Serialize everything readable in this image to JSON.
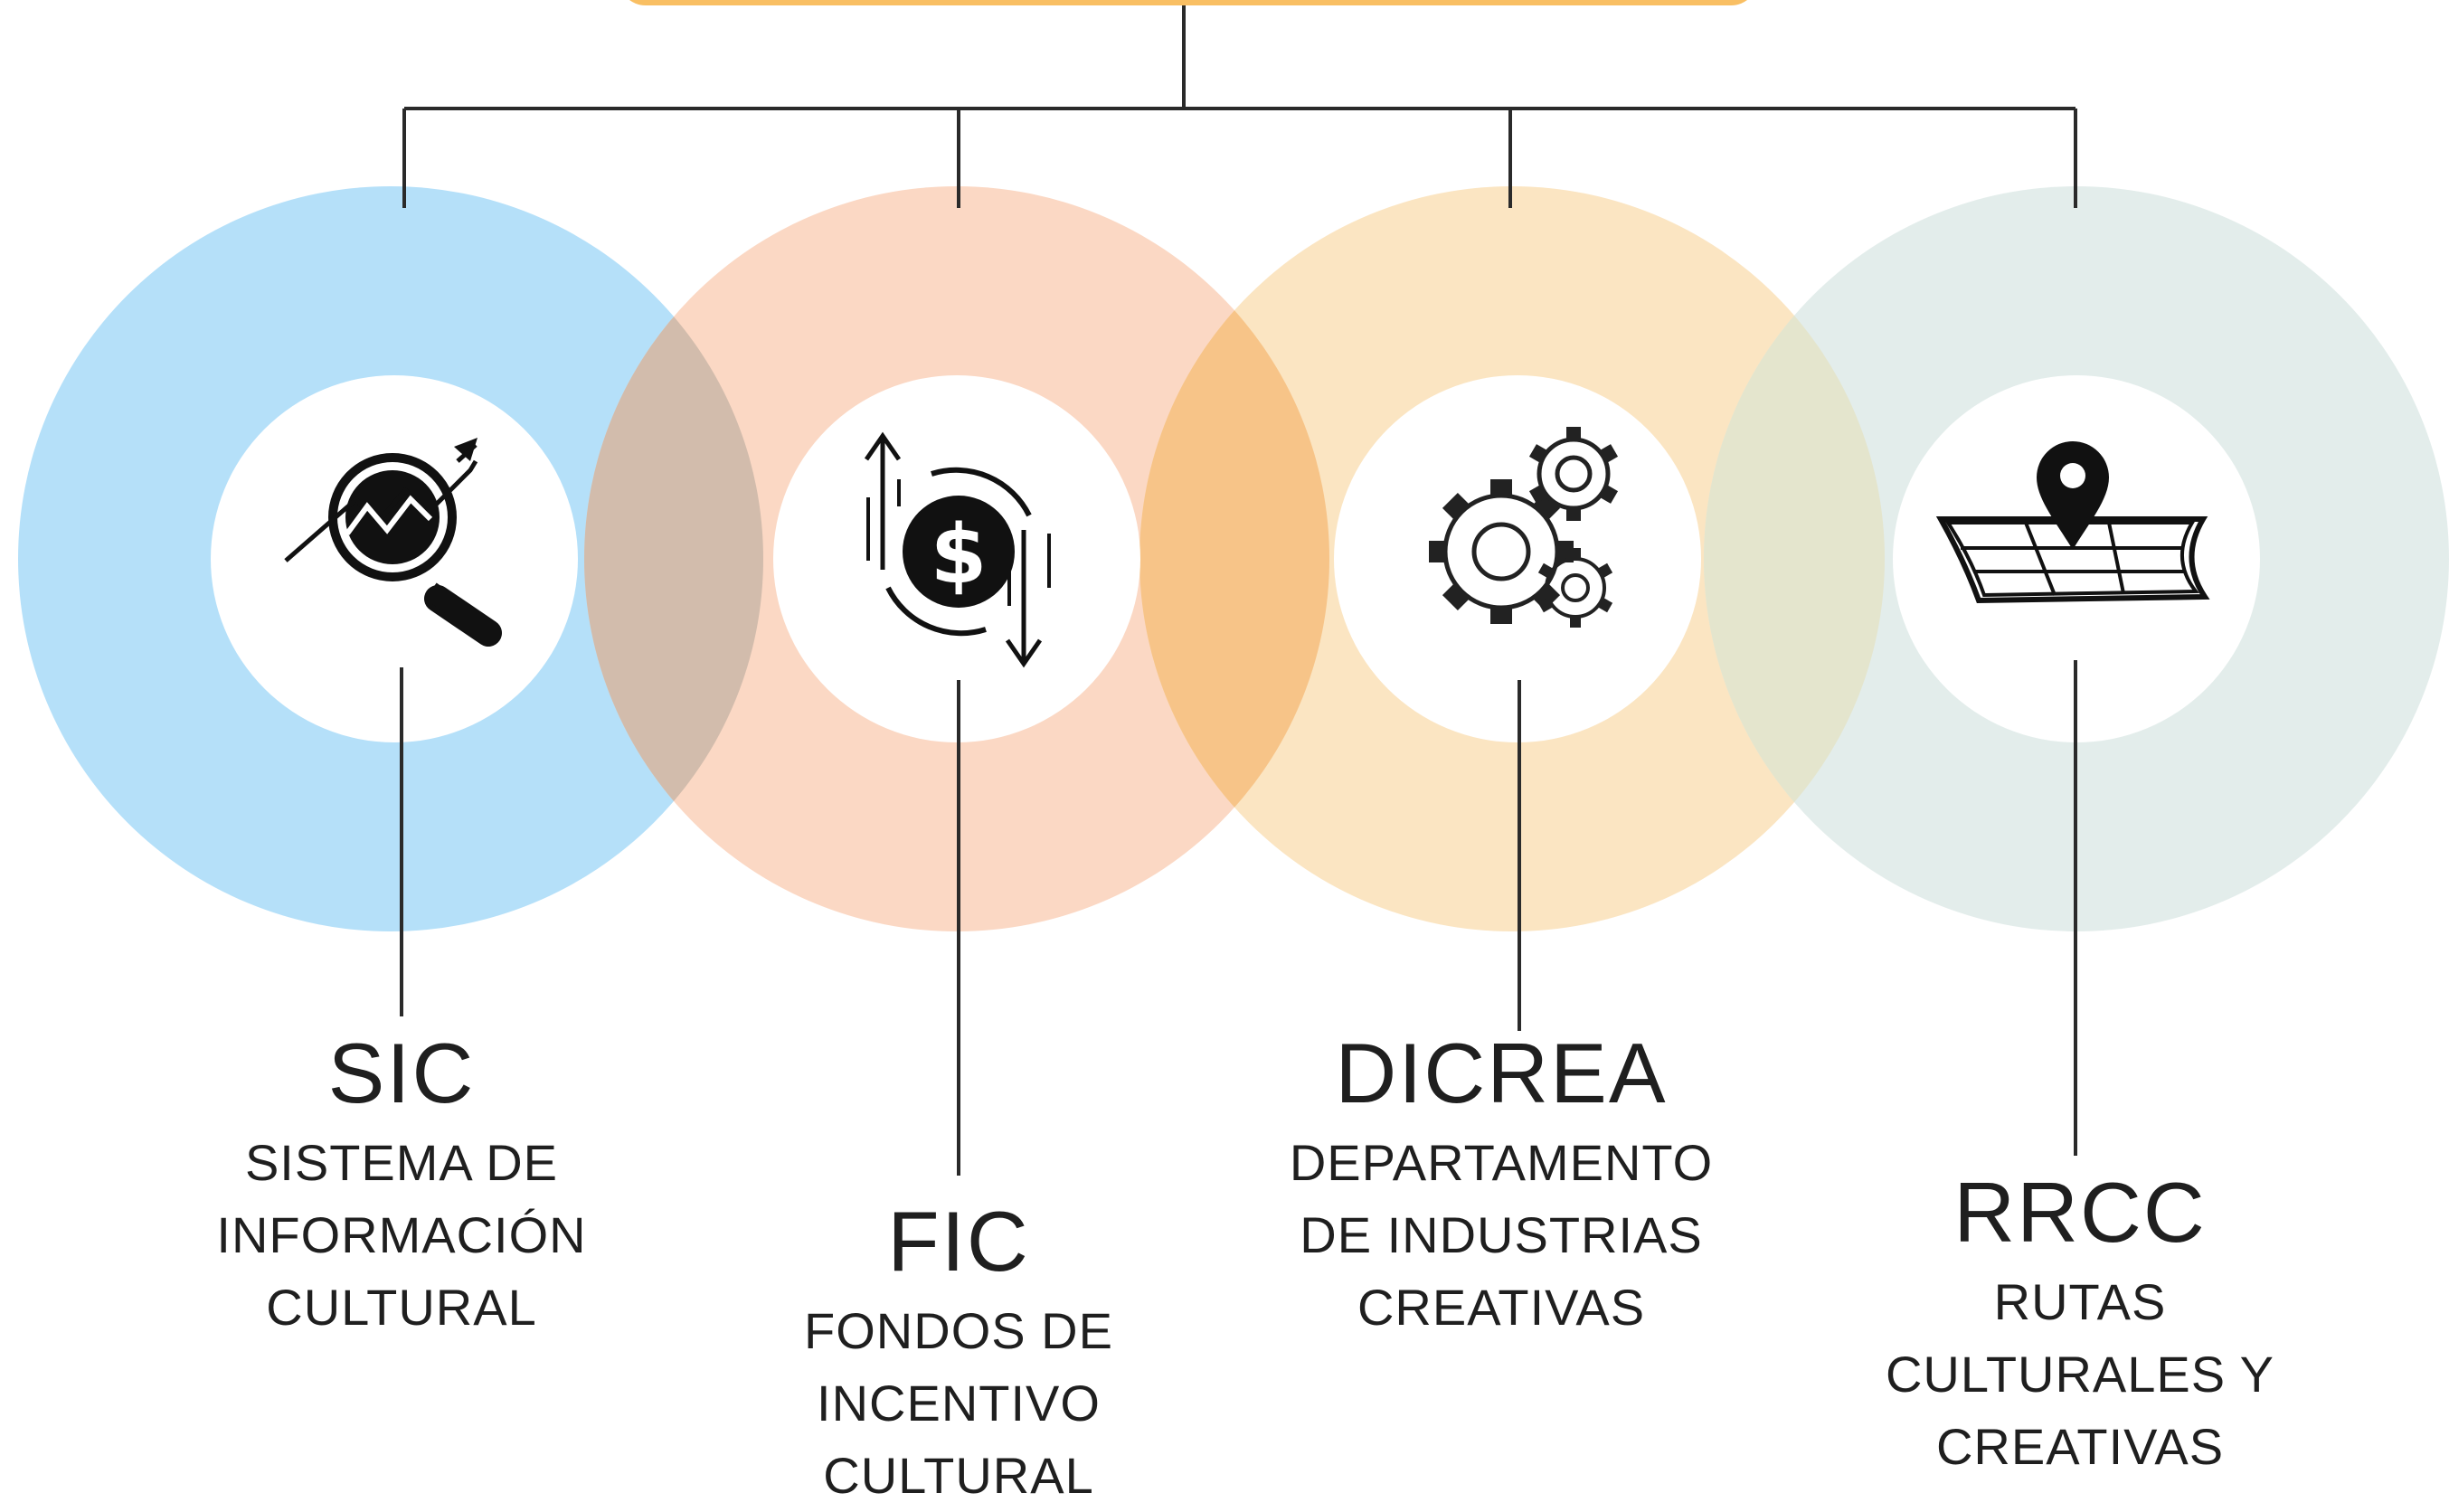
{
  "diagram": {
    "nodes": [
      {
        "id": "sic",
        "acronym": "SIC",
        "description_lines": [
          "SISTEMA DE",
          "INFORMACIÓN",
          "CULTURAL"
        ],
        "icon": "analytics-magnifier-icon",
        "ring_color": "#abdcf8"
      },
      {
        "id": "fic",
        "acronym": "FIC",
        "description_lines": [
          "FONDOS DE",
          "INCENTIVO",
          "CULTURAL"
        ],
        "icon": "money-exchange-icon",
        "ring_color": "#fbd3bc"
      },
      {
        "id": "dicrea",
        "acronym": "DICREA",
        "description_lines": [
          "DEPARTAMENTO",
          "DE INDUSTRIAS",
          "CREATIVAS"
        ],
        "icon": "gears-icon",
        "ring_color": "#fae1b9"
      },
      {
        "id": "rrcc",
        "acronym": "RRCC",
        "description_lines": [
          "RUTAS",
          "CULTURALES Y",
          "CREATIVAS"
        ],
        "icon": "map-location-pin-icon",
        "ring_color": "#dfebe8"
      }
    ],
    "colors": {
      "top_box": "#f9bf63",
      "connector": "#2a2a2a",
      "icon": "#111111"
    }
  }
}
